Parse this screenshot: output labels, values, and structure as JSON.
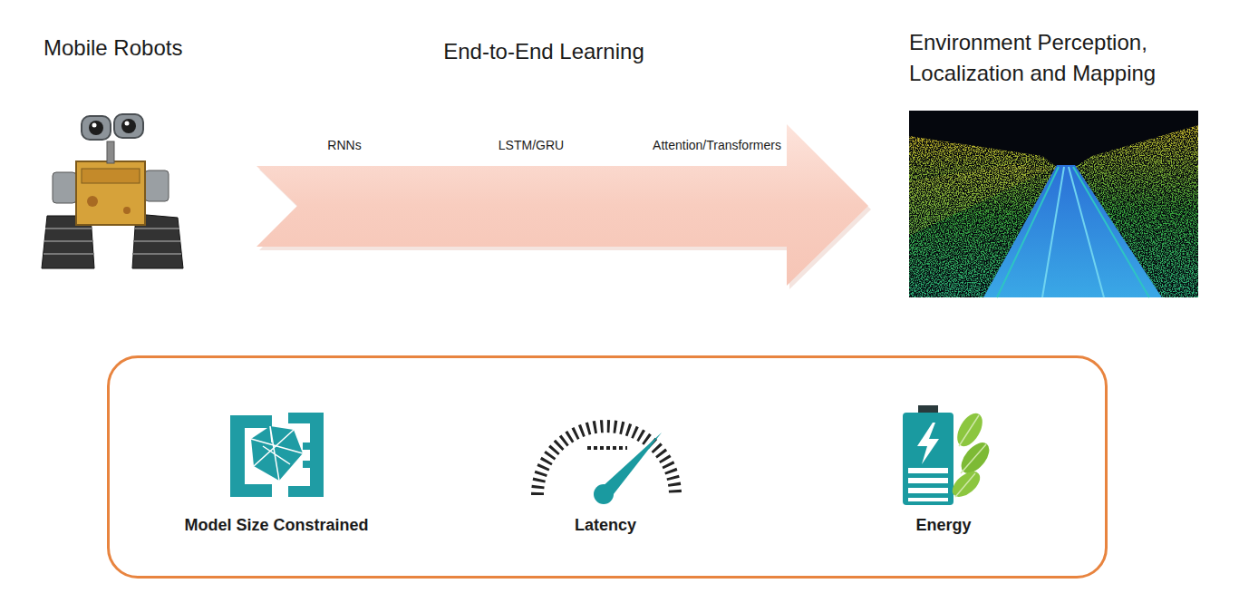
{
  "diagram": {
    "nodes": [
      {
        "text": [
          "Mobile Robots"
        ]
      },
      {
        "text": [
          "End-to-End Learning"
        ]
      },
      {
        "text": [
          "RNNs"
        ],
        "in": 1
      },
      {
        "text": [
          "LSTM/GRU"
        ],
        "in": 1
      },
      {
        "text": [
          "Attention/Transformers"
        ],
        "in": 1
      },
      {
        "text": [
          "Environment Perception, Localization and Mapping"
        ]
      },
      {
        "text": []
      },
      {
        "text": [
          "Model Size Constrained"
        ],
        "in": 6
      },
      {
        "text": [
          "Latency"
        ],
        "in": 6
      },
      {
        "text": [
          "Energy"
        ],
        "in": 6
      }
    ]
  }
}
